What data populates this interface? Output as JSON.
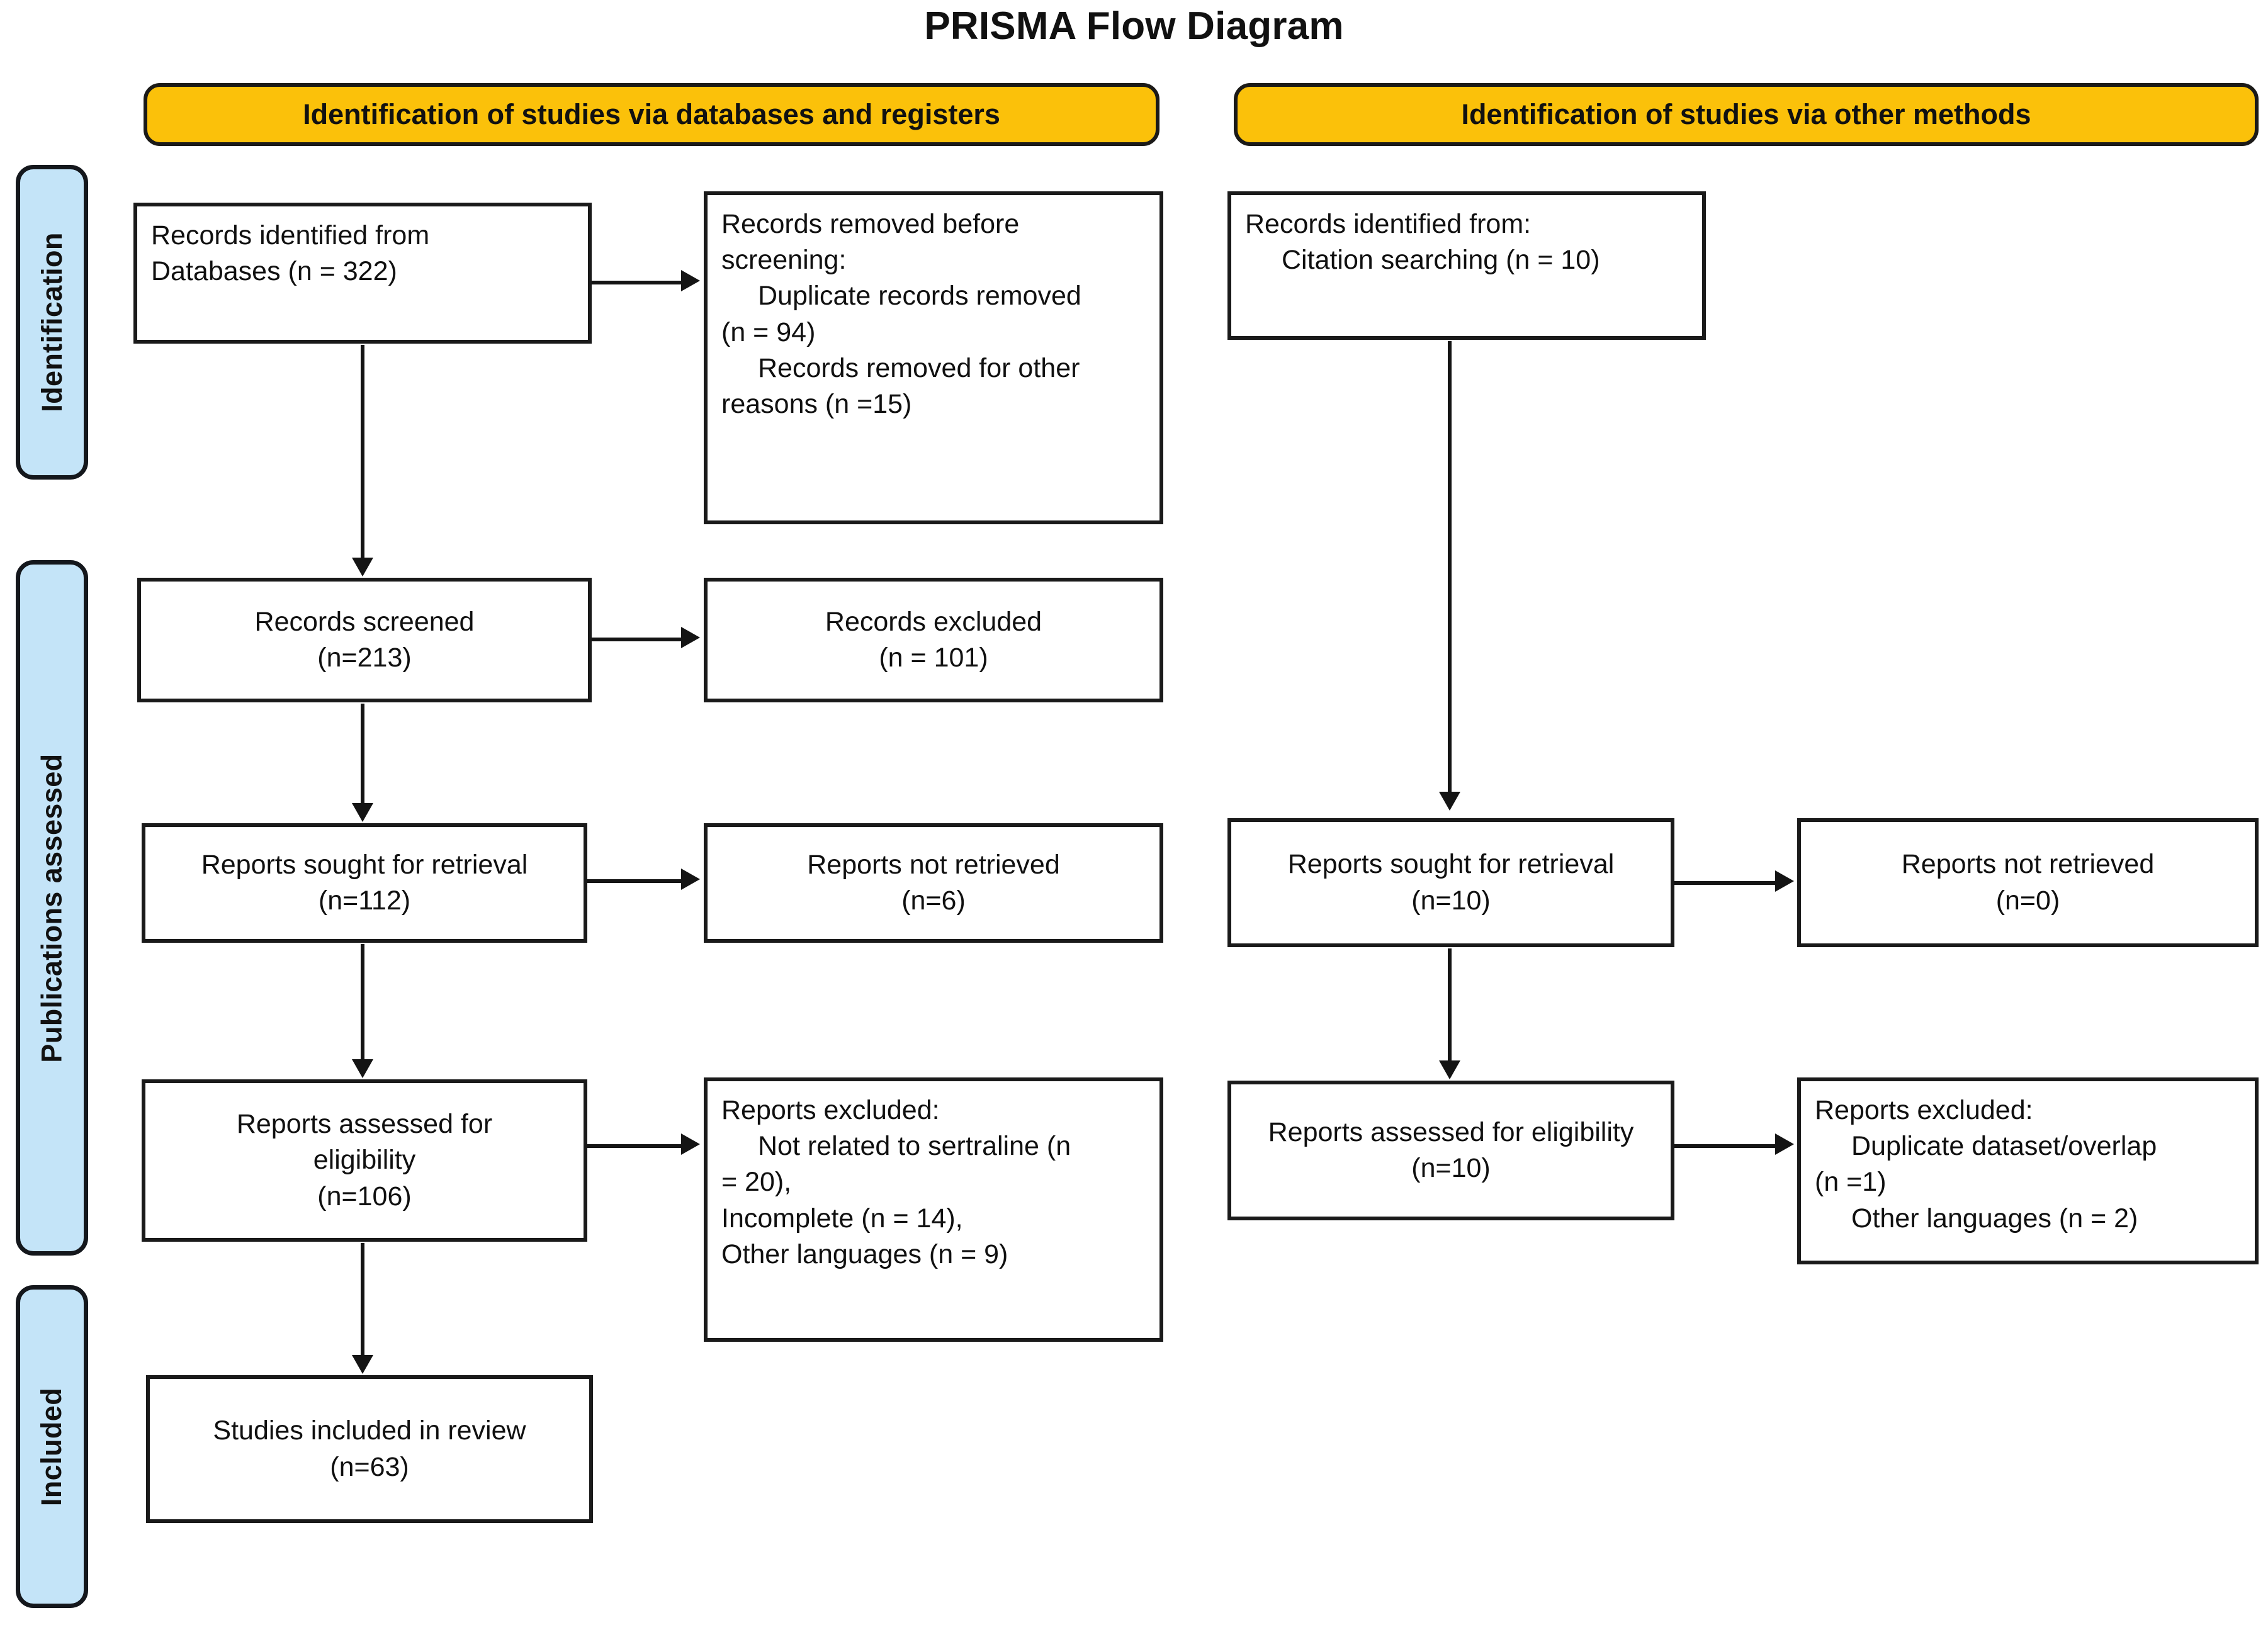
{
  "title": "PRISMA Flow Diagram",
  "colors": {
    "phase_header_fill": "#fbc10a",
    "stage_pill_fill": "#c4e4f8",
    "outline": "#1a1a1a",
    "background": "#ffffff"
  },
  "phase_headers": [
    {
      "id": "databases",
      "label": "Identification of studies via databases and registers"
    },
    {
      "id": "other-methods",
      "label": "Identification of studies via other methods"
    }
  ],
  "stages": [
    {
      "id": "identification",
      "label": "Identification"
    },
    {
      "id": "publications-assessed",
      "label": "Publications assessed"
    },
    {
      "id": "included",
      "label": "Included"
    }
  ],
  "left_column": {
    "records_identified": {
      "lines": [
        "Records identified from",
        "Databases (n = 322)"
      ]
    },
    "records_removed": {
      "lines": [
        "Records removed before",
        "screening:"
      ],
      "indented": [
        "Duplicate records removed",
        "(n = 94)",
        "Records removed for other",
        "reasons (n =15)"
      ]
    },
    "records_screened": {
      "lines": [
        "Records screened",
        "(n=213)"
      ]
    },
    "records_excluded": {
      "lines": [
        "Records excluded",
        "(n = 101)"
      ]
    },
    "reports_sought": {
      "lines": [
        "Reports sought for retrieval",
        "(n=112)"
      ]
    },
    "reports_not_retrieved": {
      "lines": [
        "Reports not retrieved",
        "(n=6)"
      ]
    },
    "reports_assessed": {
      "lines": [
        "Reports assessed for",
        "eligibility",
        "(n=106)"
      ]
    },
    "reports_excluded": {
      "lines": [
        "Reports excluded:"
      ],
      "indented": [
        "Not related to sertraline (n",
        "= 20),",
        "Incomplete (n = 14),",
        "Other languages (n = 9)"
      ]
    },
    "studies_included": {
      "lines": [
        "Studies included in review",
        "(n=63)"
      ]
    }
  },
  "right_column": {
    "records_identified": {
      "lines": [
        "Records identified from:"
      ],
      "indented": [
        "Citation searching (n = 10)"
      ]
    },
    "reports_sought": {
      "lines": [
        "Reports sought for retrieval",
        "(n=10)"
      ]
    },
    "reports_not_retrieved": {
      "lines": [
        "Reports not retrieved",
        "(n=0)"
      ]
    },
    "reports_assessed": {
      "lines": [
        "Reports assessed for eligibility",
        "(n=10)"
      ]
    },
    "reports_excluded": {
      "lines": [
        "Reports excluded:"
      ],
      "indented": [
        "Duplicate dataset/overlap",
        "(n =1)",
        "Other languages (n = 2)"
      ]
    }
  }
}
